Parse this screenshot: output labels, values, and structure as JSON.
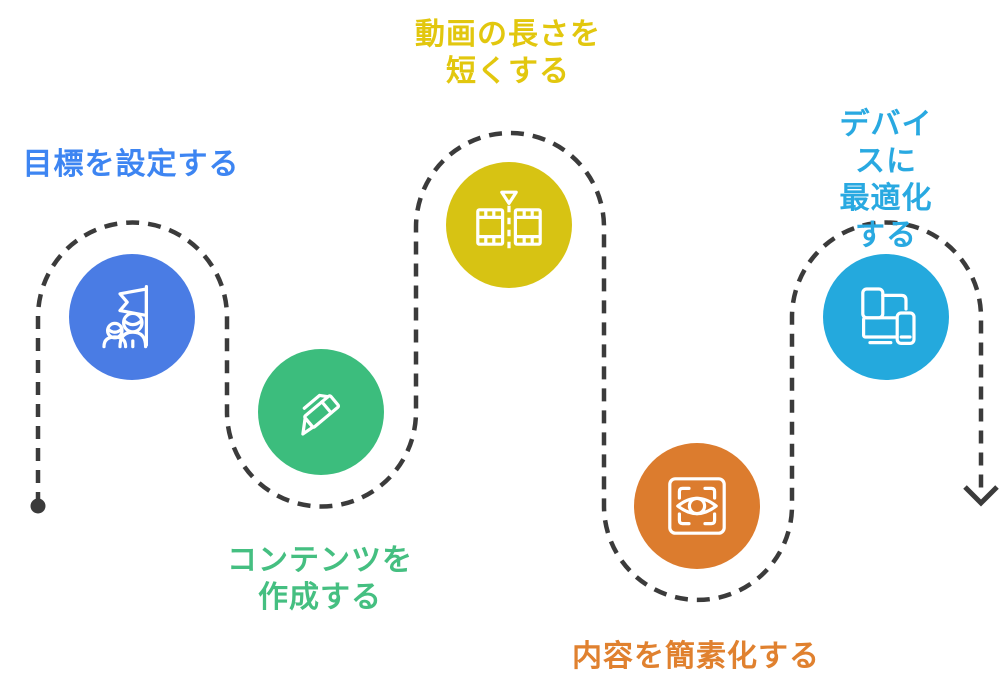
{
  "figure": {
    "type": "process-flow-infographic",
    "background": "#ffffff"
  },
  "path_style": {
    "color": "#3b3b3b",
    "pattern": "dashed",
    "start_marker": "dot",
    "end_marker": "arrow-down"
  },
  "steps": [
    {
      "order": 1,
      "label": "目標を設定する",
      "color": "#4a7ce4",
      "text_color": "#3d85f2",
      "icon": "team-goal-flag-icon"
    },
    {
      "order": 2,
      "label": "コンテンツを\n作成する",
      "color": "#3cbd7d",
      "text_color": "#45bf81",
      "icon": "marker-pen-icon"
    },
    {
      "order": 3,
      "label": "動画の長さを\n短くする",
      "color": "#d7c313",
      "text_color": "#e2c70e",
      "icon": "video-trim-icon"
    },
    {
      "order": 4,
      "label": "内容を簡素化する",
      "color": "#dc7c2e",
      "text_color": "#e0812f",
      "icon": "eye-focus-frame-icon"
    },
    {
      "order": 5,
      "label": "デバイスに\n最適化する",
      "color": "#24a9dd",
      "text_color": "#29a9e1",
      "icon": "multi-devices-icon"
    }
  ]
}
